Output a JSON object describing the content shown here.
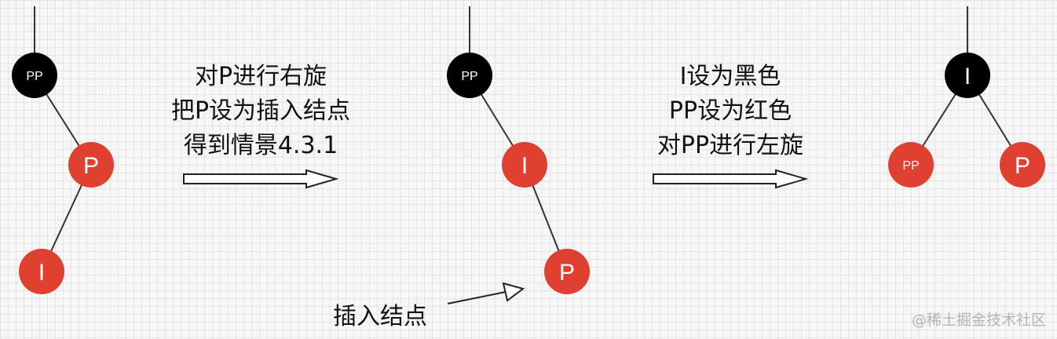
{
  "trees": [
    {
      "nodes": [
        {
          "id": "pp",
          "text": "PP",
          "color": "black"
        },
        {
          "id": "p",
          "text": "P",
          "color": "red"
        },
        {
          "id": "i",
          "text": "I",
          "color": "red"
        }
      ],
      "edges": [
        [
          "pp",
          "p"
        ],
        [
          "p",
          "i"
        ]
      ],
      "parent_link": "pp"
    },
    {
      "nodes": [
        {
          "id": "pp",
          "text": "PP",
          "color": "black"
        },
        {
          "id": "i",
          "text": "I",
          "color": "red"
        },
        {
          "id": "p",
          "text": "P",
          "color": "red"
        }
      ],
      "edges": [
        [
          "pp",
          "i"
        ],
        [
          "i",
          "p"
        ]
      ],
      "parent_link": "pp"
    },
    {
      "nodes": [
        {
          "id": "i",
          "text": "I",
          "color": "black"
        },
        {
          "id": "pp",
          "text": "PP",
          "color": "red"
        },
        {
          "id": "p",
          "text": "P",
          "color": "red"
        }
      ],
      "edges": [
        [
          "i",
          "pp"
        ],
        [
          "i",
          "p"
        ]
      ],
      "parent_link": "i"
    }
  ],
  "steps": [
    {
      "lines": [
        "对P进行右旋",
        "把P设为插入结点",
        "得到情景4.3.1"
      ]
    },
    {
      "lines": [
        "I设为黑色",
        "PP设为红色",
        "对PP进行左旋"
      ]
    }
  ],
  "annotation": {
    "text": "插入结点"
  },
  "watermark": "@稀土掘金技术社区",
  "colors": {
    "black_node": "#000000",
    "red_node": "#e0402f",
    "node_text": "#ffffff",
    "edge": "#333333",
    "arrow_stroke": "#222222",
    "arrow_fill": "#ffffff"
  }
}
